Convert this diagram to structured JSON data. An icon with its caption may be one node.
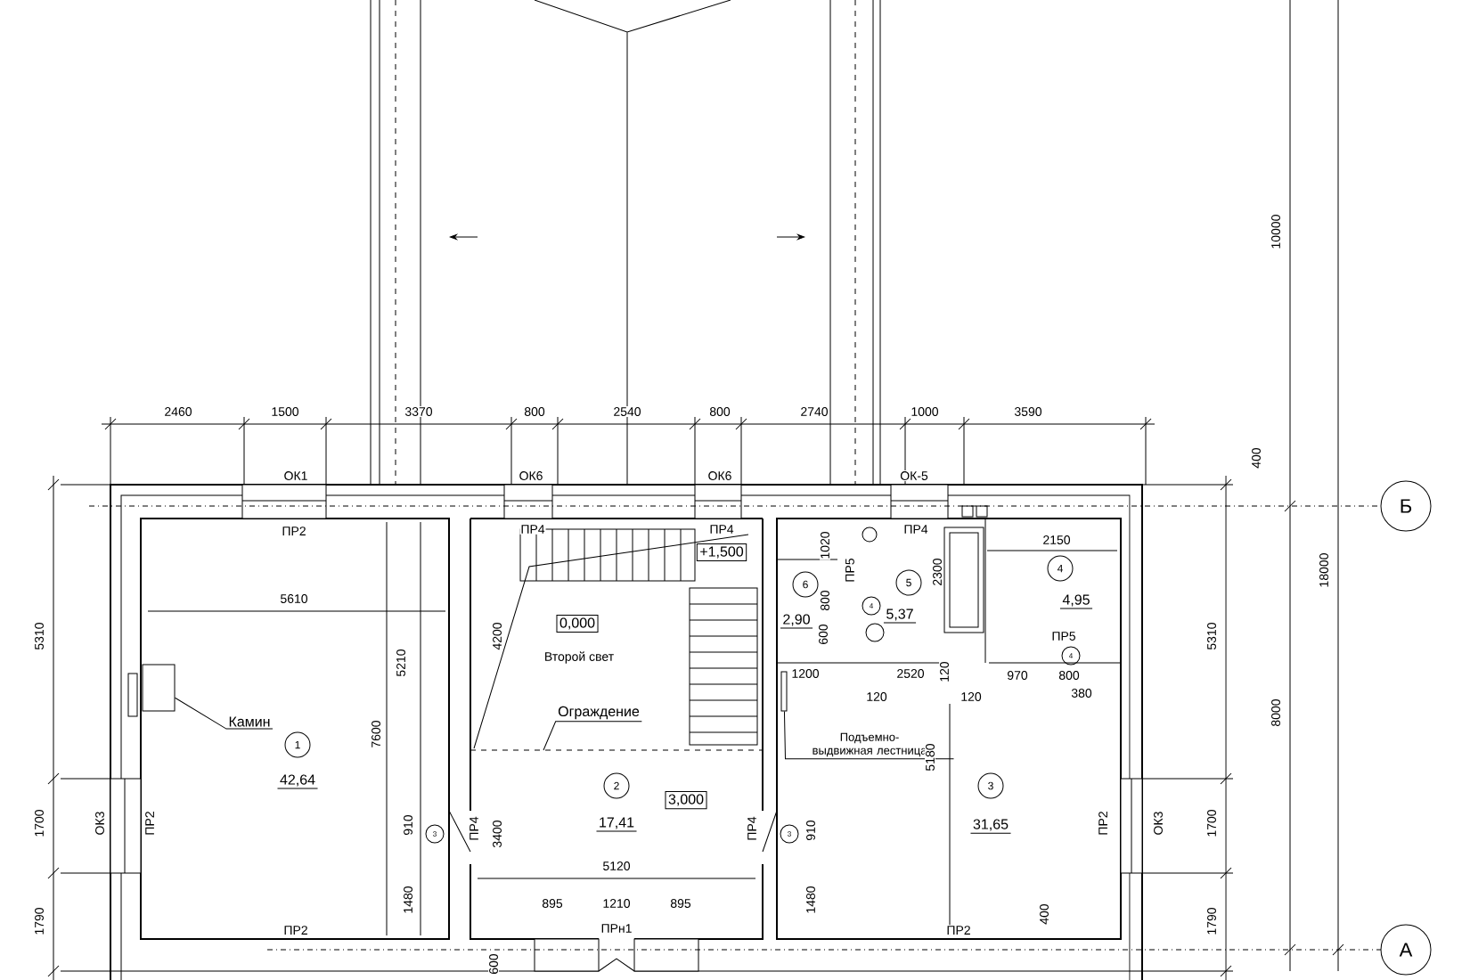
{
  "diagram": {
    "nodes": [
      {
        "text": [
          "Б"
        ]
      },
      {
        "text": [
          "А"
        ]
      },
      {
        "text": [
          "1"
        ],
        "beside": [
          "42,64"
        ]
      },
      {
        "text": [
          "2"
        ],
        "beside": [
          "17,41"
        ]
      },
      {
        "text": [
          "3"
        ],
        "beside": [
          "31,65"
        ]
      },
      {
        "text": [
          "4"
        ],
        "beside": [
          "4,95"
        ]
      },
      {
        "text": [
          "5"
        ],
        "beside": [
          "5,37"
        ]
      },
      {
        "text": [
          "6"
        ],
        "beside": [
          "2,90"
        ]
      },
      {
        "text": [
          "4"
        ]
      },
      {
        "text": [
          "4"
        ]
      },
      {
        "text": [
          "3"
        ]
      },
      {
        "text": [
          "3"
        ]
      },
      {
        "text": [
          "0,000"
        ]
      },
      {
        "text": [
          "+1,500"
        ]
      },
      {
        "text": [
          "3,000"
        ]
      },
      {
        "text": [
          "Камин"
        ]
      },
      {
        "text": [],
        "shape": "box"
      },
      {
        "text": [
          "Ограждение"
        ]
      },
      {
        "text": [
          "Подъемно-выдвижная лестница"
        ]
      },
      {
        "text": [],
        "shape": "bar"
      }
    ],
    "edges": [
      {
        "from": 15,
        "to": 16,
        "arrow": "none"
      },
      {
        "from": 17,
        "to": null,
        "arrow": "none"
      },
      {
        "from": 18,
        "to": 19,
        "arrow": "none"
      }
    ],
    "labels": [
      "10000",
      "2460",
      "1500",
      "3370",
      "800",
      "2540",
      "800",
      "2740",
      "1000",
      "3590",
      "ОК1",
      "ОК6",
      "ОК6",
      "ОК-5",
      "400",
      "ПР2",
      "ПР4",
      "ПР4",
      "1020",
      "ПР4",
      "2150",
      "5610",
      "800",
      "ПР5",
      "2300",
      "18000",
      "5310",
      "4200",
      "600",
      "ПР5",
      "5310",
      "5210",
      "Второй свет",
      "1200",
      "2520",
      "120",
      "970",
      "800",
      "120",
      "120",
      "380",
      "8000",
      "7600",
      "5180",
      "1700",
      "ОК3",
      "ПР2",
      "910",
      "ПР4",
      "3400",
      "ПР4",
      "910",
      "ПР2",
      "ОК3",
      "1700",
      "5120",
      "1480",
      "895",
      "1210",
      "895",
      "1480",
      "400",
      "1790",
      "ПР2",
      "ПРн1",
      "ПР2",
      "1790",
      "600"
    ]
  }
}
